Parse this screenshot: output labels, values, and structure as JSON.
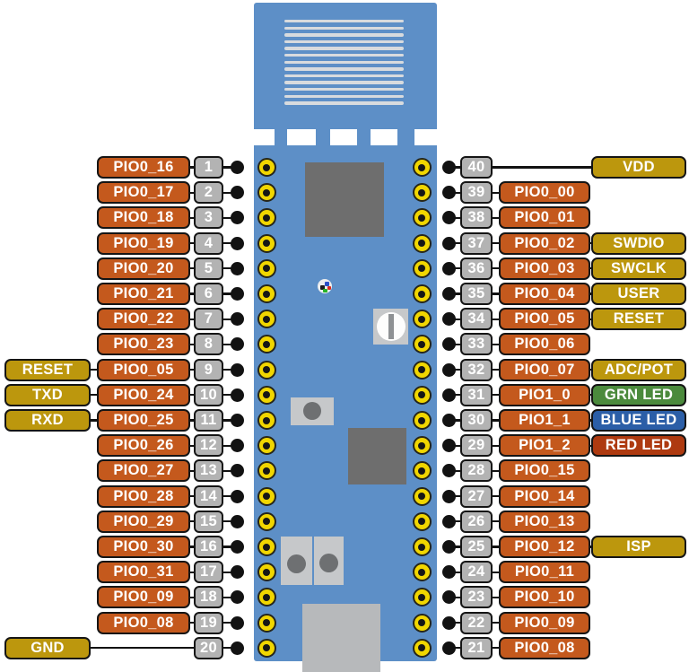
{
  "colors": {
    "board_blue": "#5D8FC7",
    "label_orange": "#C4591D",
    "label_gold": "#BC970D",
    "label_green": "#4B8A3C",
    "label_blue": "#2B5EA7",
    "label_red": "#AE3A10",
    "pin_gray": "#B3B3B3",
    "chip_gray": "#6E6E6E",
    "component_gray": "#C6C8CA",
    "pad_yellow": "#F1D600"
  },
  "left_pins": [
    {
      "num": "1",
      "gpio": "PIO0_16"
    },
    {
      "num": "2",
      "gpio": "PIO0_17"
    },
    {
      "num": "3",
      "gpio": "PIO0_18"
    },
    {
      "num": "4",
      "gpio": "PIO0_19"
    },
    {
      "num": "5",
      "gpio": "PIO0_20"
    },
    {
      "num": "6",
      "gpio": "PIO0_21"
    },
    {
      "num": "7",
      "gpio": "PIO0_22"
    },
    {
      "num": "8",
      "gpio": "PIO0_23"
    },
    {
      "num": "9",
      "gpio": "PIO0_05",
      "special": "RESET",
      "special_type": "gold"
    },
    {
      "num": "10",
      "gpio": "PIO0_24",
      "special": "TXD",
      "special_type": "gold"
    },
    {
      "num": "11",
      "gpio": "PIO0_25",
      "special": "RXD",
      "special_type": "gold"
    },
    {
      "num": "12",
      "gpio": "PIO0_26"
    },
    {
      "num": "13",
      "gpio": "PIO0_27"
    },
    {
      "num": "14",
      "gpio": "PIO0_28"
    },
    {
      "num": "15",
      "gpio": "PIO0_29"
    },
    {
      "num": "16",
      "gpio": "PIO0_30"
    },
    {
      "num": "17",
      "gpio": "PIO0_31"
    },
    {
      "num": "18",
      "gpio": "PIO0_09"
    },
    {
      "num": "19",
      "gpio": "PIO0_08"
    },
    {
      "num": "20",
      "special": "GND",
      "special_type": "gold"
    }
  ],
  "right_pins": [
    {
      "num": "40",
      "special": "VDD",
      "special_type": "gold"
    },
    {
      "num": "39",
      "gpio": "PIO0_00"
    },
    {
      "num": "38",
      "gpio": "PIO0_01"
    },
    {
      "num": "37",
      "gpio": "PIO0_02",
      "special": "SWDIO",
      "special_type": "gold"
    },
    {
      "num": "36",
      "gpio": "PIO0_03",
      "special": "SWCLK",
      "special_type": "gold"
    },
    {
      "num": "35",
      "gpio": "PIO0_04",
      "special": "USER",
      "special_type": "gold"
    },
    {
      "num": "34",
      "gpio": "PIO0_05",
      "special": "RESET",
      "special_type": "gold"
    },
    {
      "num": "33",
      "gpio": "PIO0_06"
    },
    {
      "num": "32",
      "gpio": "PIO0_07",
      "special": "ADC/POT",
      "special_type": "gold"
    },
    {
      "num": "31",
      "gpio": "PIO1_0",
      "special": "GRN LED",
      "special_type": "green"
    },
    {
      "num": "30",
      "gpio": "PIO1_1",
      "special": "BLUE LED",
      "special_type": "blue"
    },
    {
      "num": "29",
      "gpio": "PIO1_2",
      "special": "RED LED",
      "special_type": "red"
    },
    {
      "num": "28",
      "gpio": "PIO0_15"
    },
    {
      "num": "27",
      "gpio": "PIO0_14"
    },
    {
      "num": "26",
      "gpio": "PIO0_13"
    },
    {
      "num": "25",
      "gpio": "PIO0_12",
      "special": "ISP",
      "special_type": "gold"
    },
    {
      "num": "24",
      "gpio": "PIO0_11"
    },
    {
      "num": "23",
      "gpio": "PIO0_10"
    },
    {
      "num": "22",
      "gpio": "PIO0_09"
    },
    {
      "num": "21",
      "gpio": "PIO0_08"
    }
  ]
}
